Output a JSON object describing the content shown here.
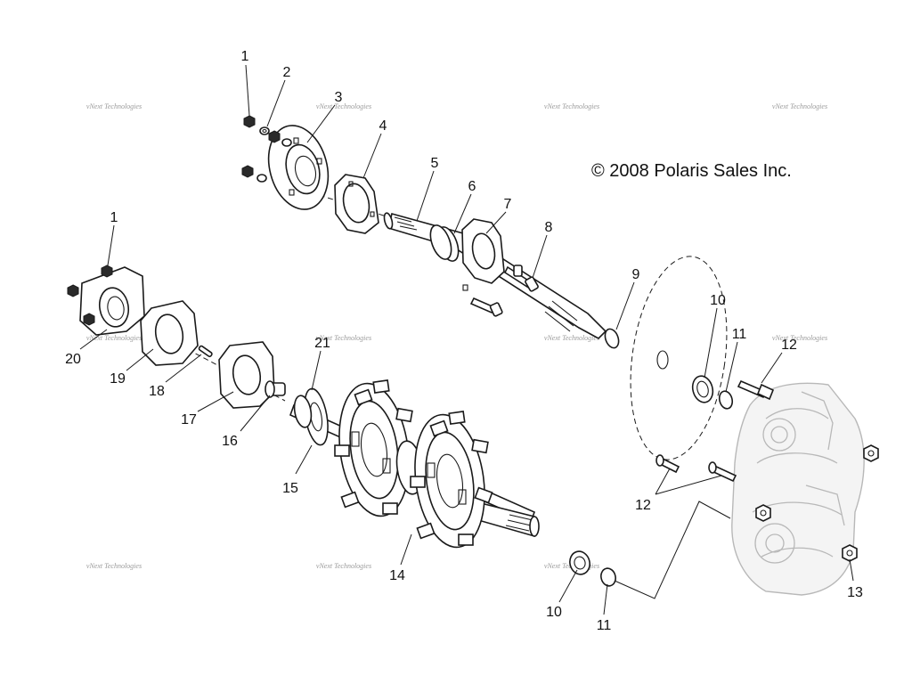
{
  "copyright": "© 2008 Polaris Sales Inc.",
  "watermark": "vNext Technologies",
  "callouts": [
    {
      "id": "c1a",
      "label": "1"
    },
    {
      "id": "c2",
      "label": "2"
    },
    {
      "id": "c3",
      "label": "3"
    },
    {
      "id": "c4",
      "label": "4"
    },
    {
      "id": "c5",
      "label": "5"
    },
    {
      "id": "c6",
      "label": "6"
    },
    {
      "id": "c7",
      "label": "7"
    },
    {
      "id": "c8",
      "label": "8"
    },
    {
      "id": "c9",
      "label": "9"
    },
    {
      "id": "c10a",
      "label": "10"
    },
    {
      "id": "c11a",
      "label": "11"
    },
    {
      "id": "c12a",
      "label": "12"
    },
    {
      "id": "c1b",
      "label": "1"
    },
    {
      "id": "c21",
      "label": "21"
    },
    {
      "id": "c20",
      "label": "20"
    },
    {
      "id": "c19",
      "label": "19"
    },
    {
      "id": "c18",
      "label": "18"
    },
    {
      "id": "c17",
      "label": "17"
    },
    {
      "id": "c16",
      "label": "16"
    },
    {
      "id": "c15",
      "label": "15"
    },
    {
      "id": "c14",
      "label": "14"
    },
    {
      "id": "c12b",
      "label": "12"
    },
    {
      "id": "c13",
      "label": "13"
    },
    {
      "id": "c10b",
      "label": "10"
    },
    {
      "id": "c11b",
      "label": "11"
    }
  ]
}
